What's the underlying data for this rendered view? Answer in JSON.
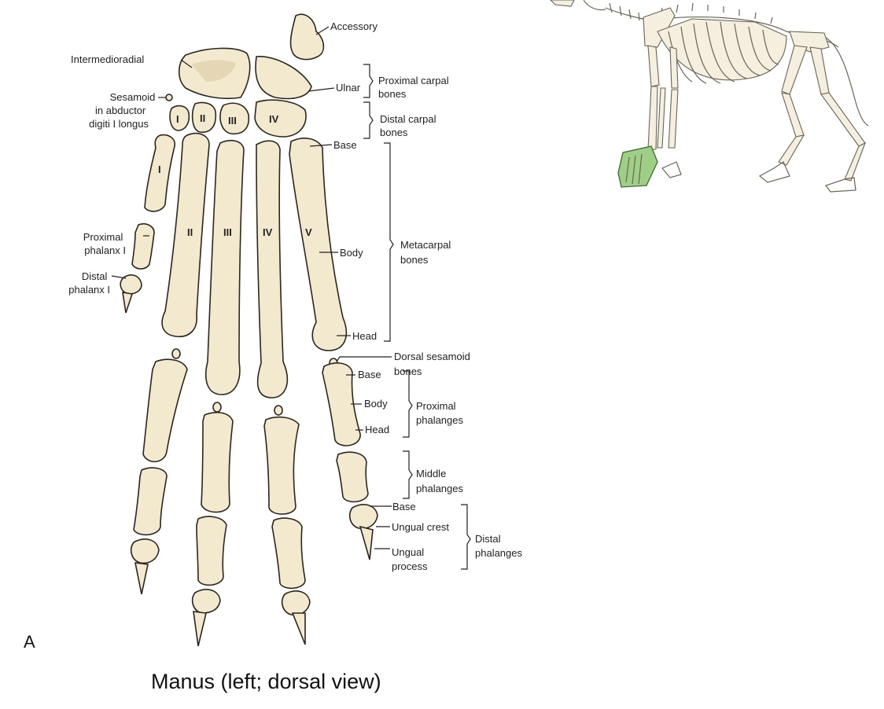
{
  "figure": {
    "panel_letter": "A",
    "caption": "Manus (left; dorsal view)"
  },
  "labels": {
    "accessory": "Accessory",
    "intermedioradial": "Intermedioradial",
    "ulnar": "Ulnar",
    "proximal_carpal_bones": [
      "Proximal carpal",
      "bones"
    ],
    "sesamoid": [
      "Sesamoid",
      "in abductor",
      "digiti I longus"
    ],
    "distal_carpal_bones": [
      "Distal carpal",
      "bones"
    ],
    "base_mc": "Base",
    "metacarpal_bones": [
      "Metacarpal",
      "bones"
    ],
    "body_mc": "Body",
    "head_mc": "Head",
    "proximal_phalanx_i": [
      "Proximal",
      "phalanx I"
    ],
    "distal_phalanx_i": [
      "Distal",
      "phalanx I"
    ],
    "dorsal_sesamoid_bones": [
      "Dorsal sesamoid",
      "bones"
    ],
    "base_pp": "Base",
    "body_pp": "Body",
    "head_pp": "Head",
    "proximal_phalanges": [
      "Proximal",
      "phalanges"
    ],
    "middle_phalanges": [
      "Middle",
      "phalanges"
    ],
    "base_dp": "Base",
    "ungual_crest": "Ungual crest",
    "ungual_process": [
      "Ungual",
      "process"
    ],
    "distal_phalanges": [
      "Distal",
      "phalanges"
    ]
  },
  "roman_numerals": {
    "carpal": [
      "I",
      "II",
      "III",
      "IV"
    ],
    "metacarpal": [
      "I",
      "II",
      "III",
      "IV",
      "V"
    ]
  },
  "colors": {
    "bone": "#f3e9cf",
    "outline": "#2b2620",
    "highlight": "#9fcf86"
  }
}
